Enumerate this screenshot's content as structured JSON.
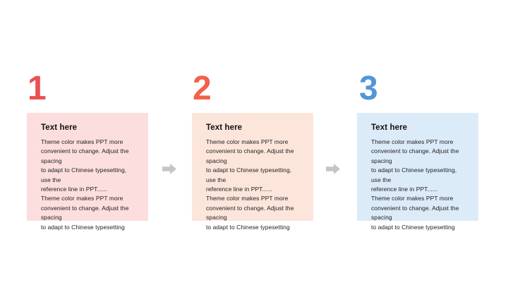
{
  "slide": {
    "background_color": "#ffffff"
  },
  "steps": [
    {
      "number": "1",
      "number_color": "#e85252",
      "card_bg": "#fcdede",
      "heading": "Text here",
      "body": "Theme color makes PPT more\nconvenient to change. Adjust the spacing\nto adapt to Chinese typesetting, use the\nreference line in PPT......\nTheme color makes PPT more\nconvenient to change. Adjust the spacing\nto adapt to Chinese typesetting"
    },
    {
      "number": "2",
      "number_color": "#f2614a",
      "card_bg": "#fce5db",
      "heading": "Text here",
      "body": "Theme color makes PPT more\nconvenient to change. Adjust the spacing\nto adapt to Chinese typesetting, use the\nreference line in PPT......\nTheme color makes PPT more\nconvenient to change. Adjust the spacing\nto adapt to Chinese typesetting"
    },
    {
      "number": "3",
      "number_color": "#5396d9",
      "card_bg": "#dcebf8",
      "heading": "Text here",
      "body": "Theme color makes PPT more\nconvenient to change. Adjust the spacing\nto adapt to Chinese typesetting, use the\nreference line in PPT......\nTheme color makes PPT more\nconvenient to change. Adjust the spacing\nto adapt to Chinese typesetting"
    }
  ],
  "arrow": {
    "icon": "arrow-right-icon",
    "color": "#c5c5c5"
  }
}
